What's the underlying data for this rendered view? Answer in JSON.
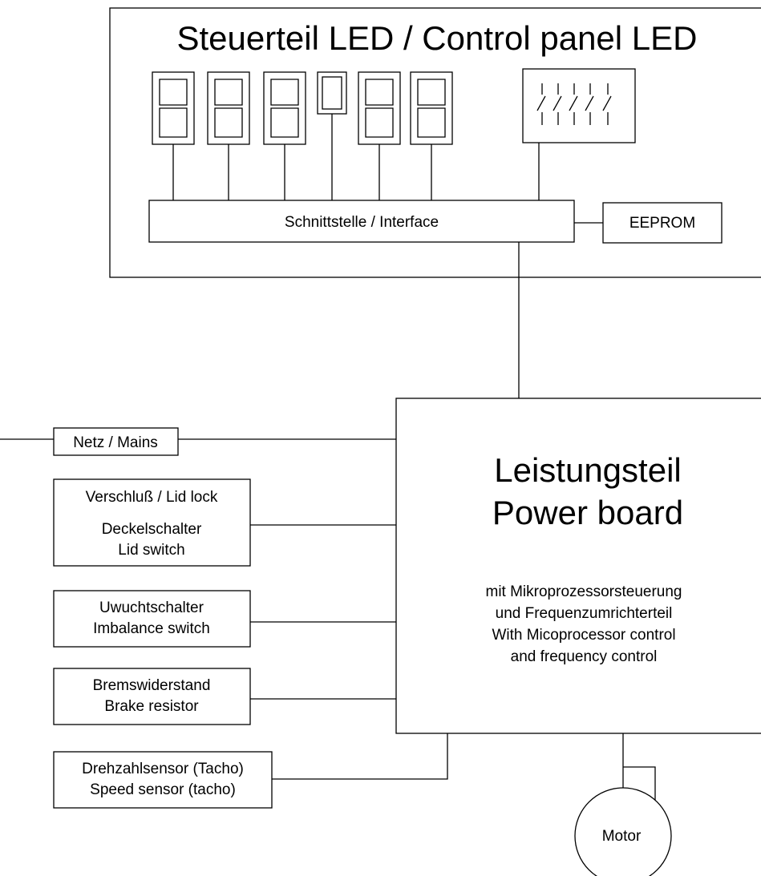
{
  "control_panel": {
    "title": "Steuerteil LED / Control panel LED",
    "interface_label": "Schnittstelle / Interface",
    "eeprom_label": "EEPROM"
  },
  "power_board": {
    "title_line1": "Leistungsteil",
    "title_line2": "Power board",
    "desc_line1": "mit Mikroprozessorsteuerung",
    "desc_line2": "und Frequenzumrichterteil",
    "desc_line3": "With Micoprocessor control",
    "desc_line4": "and frequency control"
  },
  "peripherals": {
    "mains": "Netz / Mains",
    "lid_lock": "Verschluß / Lid lock",
    "lid_switch_de": "Deckelschalter",
    "lid_switch_en": "Lid switch",
    "imbalance_de": "Uwuchtschalter",
    "imbalance_en": "Imbalance switch",
    "brake_de": "Bremswiderstand",
    "brake_en": "Brake resistor",
    "speed_de": "Drehzahlsensor (Tacho)",
    "speed_en": "Speed sensor (tacho)",
    "motor": "Motor"
  }
}
